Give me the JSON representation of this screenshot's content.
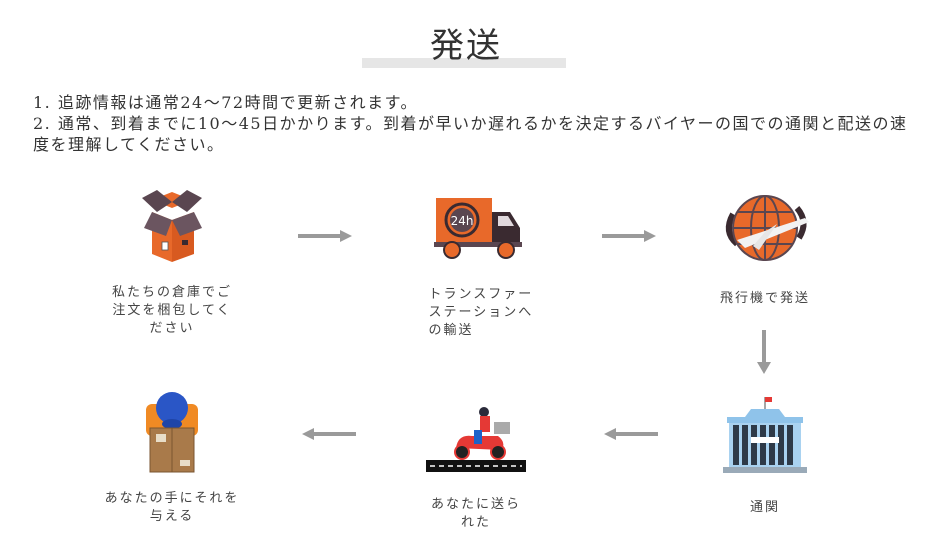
{
  "header": {
    "title": "発送"
  },
  "notes": [
    "1. 追跡情報は通常24〜72時間で更新されます。",
    "2. 通常、到着までに10〜45日かかります。到着が早いか遅れるかを決定するバイヤーの国での通関と配送の速度を理解してください。"
  ],
  "steps": [
    {
      "label": "私たちの倉庫でご注文を梱包してください",
      "icon": "open-box-icon"
    },
    {
      "label": "トランスファーステーションへの輸送",
      "icon": "delivery-truck-24h-icon"
    },
    {
      "label": "飛行機で発送",
      "icon": "globe-airplane-icon"
    },
    {
      "label": "通関",
      "icon": "customs-building-icon"
    },
    {
      "label": "あなたに送られた",
      "icon": "scooter-courier-icon"
    },
    {
      "label": "あなたの手にそれを与える",
      "icon": "courier-holding-box-icon"
    }
  ],
  "colors": {
    "accent": "#e8692a",
    "dark": "#4a3a40",
    "arrow": "#9a9a9a",
    "building": "#8fc3ea"
  }
}
